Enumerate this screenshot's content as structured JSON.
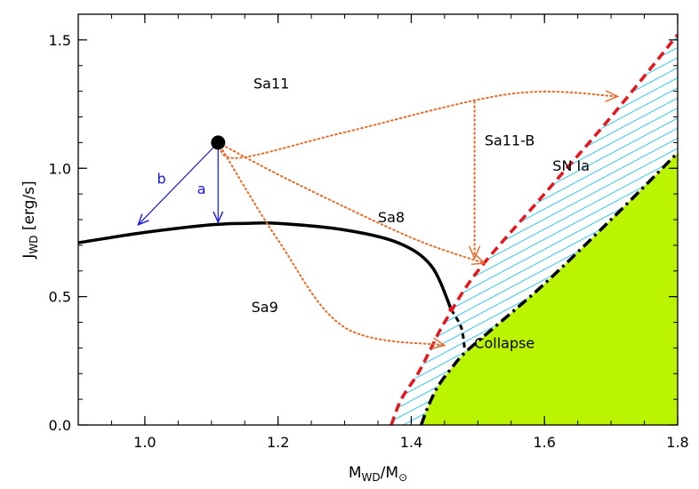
{
  "chart_data": {
    "type": "line",
    "xlabel_main": "M",
    "xlabel_sub": "WD",
    "xlabel_rest": "/M",
    "xlabel_sun": "⊙",
    "ylabel_main": "J",
    "ylabel_sub": "WD",
    "ylabel_rest": " [erg/s]",
    "xlim": [
      0.9,
      1.8
    ],
    "ylim": [
      0.0,
      1.6
    ],
    "x_ticks": [
      {
        "value": 1.0,
        "label": "1.0"
      },
      {
        "value": 1.2,
        "label": "1.2"
      },
      {
        "value": 1.4,
        "label": "1.4"
      },
      {
        "value": 1.6,
        "label": "1.6"
      },
      {
        "value": 1.8,
        "label": "1.8"
      }
    ],
    "y_ticks": [
      {
        "value": 0.0,
        "label": "0.0"
      },
      {
        "value": 0.5,
        "label": "0.5"
      },
      {
        "value": 1.0,
        "label": "1.0"
      },
      {
        "value": 1.5,
        "label": "1.5"
      }
    ],
    "x_minor_step": 0.05,
    "y_minor_step": 0.1,
    "colors": {
      "snia_boundary": "#e8141e",
      "collapse_boundary": "#000000",
      "collapse_fill": "#bbf400",
      "hatch": "#33c8e6",
      "paths": "#ee6622",
      "vectors": "#1515dd",
      "curve": "#000000"
    },
    "start_point": {
      "x": 1.11,
      "y": 1.1
    },
    "snia_boundary": [
      [
        1.37,
        0.0
      ],
      [
        1.385,
        0.1
      ],
      [
        1.41,
        0.2
      ],
      [
        1.43,
        0.3
      ],
      [
        1.45,
        0.4
      ],
      [
        1.5,
        0.6
      ],
      [
        1.6,
        0.9
      ],
      [
        1.7,
        1.2
      ],
      [
        1.8,
        1.52
      ]
    ],
    "collapse_boundary": [
      [
        1.415,
        0.0
      ],
      [
        1.425,
        0.07
      ],
      [
        1.44,
        0.15
      ],
      [
        1.46,
        0.22
      ],
      [
        1.48,
        0.28
      ],
      [
        1.52,
        0.37
      ],
      [
        1.6,
        0.55
      ],
      [
        1.7,
        0.8
      ],
      [
        1.8,
        1.06
      ]
    ],
    "stability_curve_solid": [
      [
        0.9,
        0.71
      ],
      [
        1.0,
        0.75
      ],
      [
        1.1,
        0.78
      ],
      [
        1.15,
        0.785
      ],
      [
        1.2,
        0.785
      ],
      [
        1.3,
        0.76
      ],
      [
        1.38,
        0.71
      ],
      [
        1.43,
        0.62
      ],
      [
        1.46,
        0.45
      ]
    ],
    "stability_curve_dashed": [
      [
        1.46,
        0.45
      ],
      [
        1.475,
        0.38
      ],
      [
        1.48,
        0.3
      ]
    ],
    "junction_point": {
      "x": 1.46,
      "y": 0.45
    },
    "evolution_paths": [
      {
        "label": "Sa11",
        "points": [
          [
            1.11,
            1.1
          ],
          [
            1.14,
            1.04
          ],
          [
            1.3,
            1.14
          ],
          [
            1.55,
            1.29
          ],
          [
            1.71,
            1.28
          ]
        ],
        "label_pos": [
          1.19,
          1.31
        ]
      },
      {
        "label": "Sa8",
        "points": [
          [
            1.11,
            1.1
          ],
          [
            1.22,
            0.95
          ],
          [
            1.4,
            0.73
          ],
          [
            1.51,
            0.63
          ]
        ],
        "label_pos": [
          1.37,
          0.79
        ]
      },
      {
        "label": "Sa9",
        "points": [
          [
            1.11,
            1.1
          ],
          [
            1.2,
            0.72
          ],
          [
            1.3,
            0.38
          ],
          [
            1.45,
            0.31
          ]
        ],
        "label_pos": [
          1.18,
          0.44
        ]
      }
    ],
    "branch_path": {
      "label": "Sa11-B",
      "points": [
        [
          1.495,
          1.26
        ],
        [
          1.495,
          0.65
        ]
      ],
      "label_pos": [
        1.51,
        1.09
      ]
    },
    "vectors": [
      {
        "label": "a",
        "from": [
          1.11,
          1.1
        ],
        "to": [
          1.11,
          0.79
        ],
        "label_pos": [
          1.085,
          0.9
        ]
      },
      {
        "label": "b",
        "from": [
          1.11,
          1.1
        ],
        "to": [
          0.99,
          0.78
        ],
        "label_pos": [
          1.025,
          0.94
        ]
      }
    ],
    "region_labels": [
      {
        "label": "SN Ia",
        "pos": [
          1.64,
          0.99
        ]
      },
      {
        "label": "Collapse",
        "pos": [
          1.54,
          0.3
        ]
      }
    ]
  }
}
